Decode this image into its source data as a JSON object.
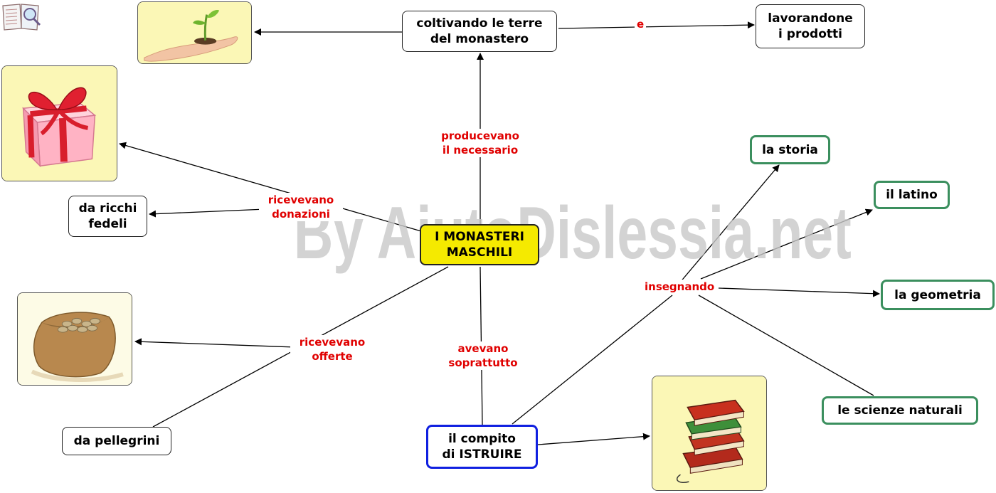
{
  "watermark": "By AiutoDislessia.net",
  "nodes": {
    "main": "I MONASTERI\nMASCHILI",
    "coltivando": "coltivando le terre\ndel monastero",
    "lavorandone": "lavorandone\ni prodotti",
    "fedeli": "da ricchi\nfedeli",
    "pellegrini": "da pellegrini",
    "compito": "il compito\ndi ISTRUIRE",
    "storia": "la storia",
    "latino": "il latino",
    "geometria": "la geometria",
    "scienze": "le scienze naturali"
  },
  "links": {
    "producevano": "producevano\nil necessario",
    "e": "e",
    "donazioni": "ricevevano\ndonazioni",
    "offerte": "ricevevano\nofferte",
    "avevano": "avevano\nsoprattutto",
    "insegnando": "insegnando"
  },
  "images": {
    "top_left_icon": "book-magnifier-icon",
    "plant": "hand-with-sprout-image",
    "gift": "gift-box-image",
    "coins": "coin-sack-image",
    "books": "book-stack-image"
  },
  "colors": {
    "main_fill": "#f5ea00",
    "link_label": "#e00000",
    "green_border": "#3b8f5e",
    "blue_border": "#1020e0",
    "image_frame": "#fbf7b6"
  }
}
